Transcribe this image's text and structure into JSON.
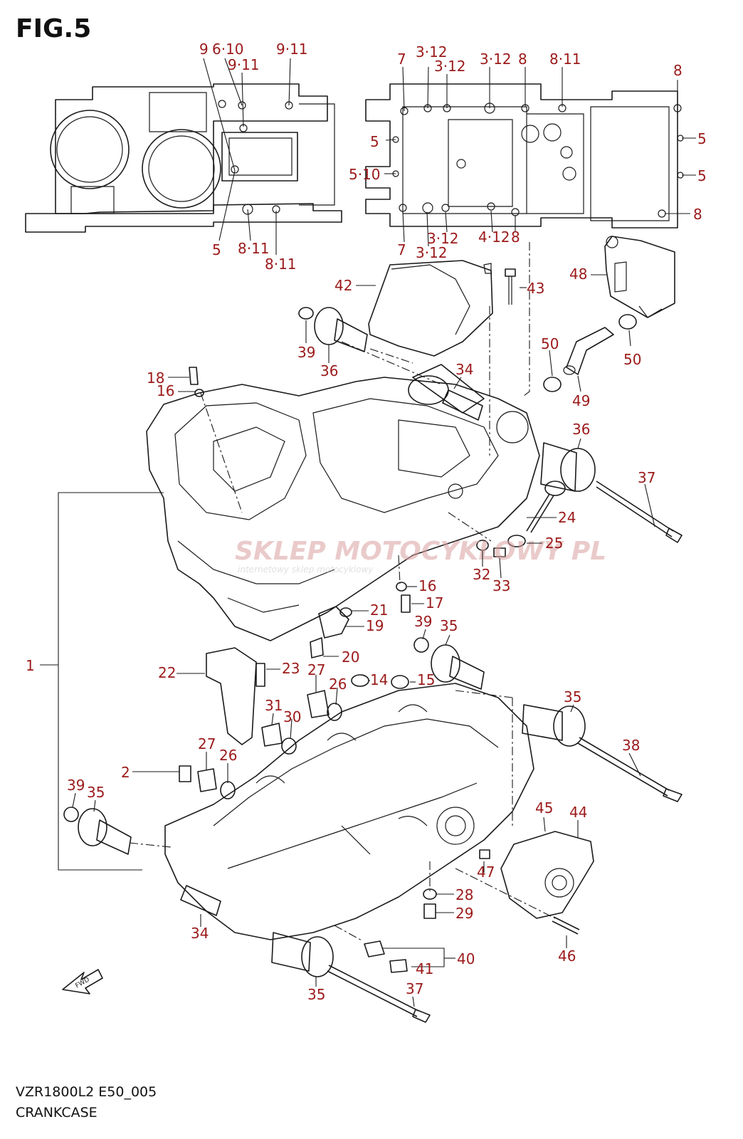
{
  "figure": {
    "title": "FIG.5",
    "model_code": "VZR1800L2 E50_005",
    "caption": "CRANKCASE"
  },
  "watermark": {
    "brand": "SKLEP MOTOCYKLOWY PL",
    "tagline": "internetowy sklep motocyklowy"
  },
  "callouts": {
    "c1": "1",
    "c2": "2",
    "c5a": "5",
    "c5b": "5",
    "c5c": "5",
    "c5d": "5",
    "c510": "5·10",
    "c7a": "7",
    "c7b": "7",
    "c8a": "8",
    "c8b": "8",
    "c8c": "8",
    "c8d": "8",
    "c811a": "8·11",
    "c811b": "8·11",
    "c811c": "8·11",
    "c9": "9",
    "c610": "6·10",
    "c911a": "9·11",
    "c911b": "9·11",
    "c312a": "3·12",
    "c312b": "3·12",
    "c312c": "3·12",
    "c312d": "3·12",
    "c312e": "3·12",
    "c412": "4·12",
    "c14": "14",
    "c15": "15",
    "c16a": "16",
    "c16b": "16",
    "c17": "17",
    "c18": "18",
    "c19": "19",
    "c20": "20",
    "c21": "21",
    "c22": "22",
    "c23": "23",
    "c24": "24",
    "c25": "25",
    "c26a": "26",
    "c26b": "26",
    "c27a": "27",
    "c27b": "27",
    "c28": "28",
    "c29": "29",
    "c30": "30",
    "c31": "31",
    "c32": "32",
    "c33": "33",
    "c34a": "34",
    "c34b": "34",
    "c35a": "35",
    "c35b": "35",
    "c35c": "35",
    "c35d": "35",
    "c36a": "36",
    "c36b": "36",
    "c37a": "37",
    "c37b": "37",
    "c38": "38",
    "c39a": "39",
    "c39b": "39",
    "c39c": "39",
    "c40": "40",
    "c41": "41",
    "c42": "42",
    "c43": "43",
    "c44": "44",
    "c45": "45",
    "c46": "46",
    "c47": "47",
    "c48": "48",
    "c49": "49",
    "c50a": "50",
    "c50b": "50"
  },
  "colors": {
    "callout_text": "#9b1a1a",
    "line_art": "#1a1a1a",
    "watermark_red": "#d9a0a0",
    "watermark_grey": "#c8c8c8"
  }
}
